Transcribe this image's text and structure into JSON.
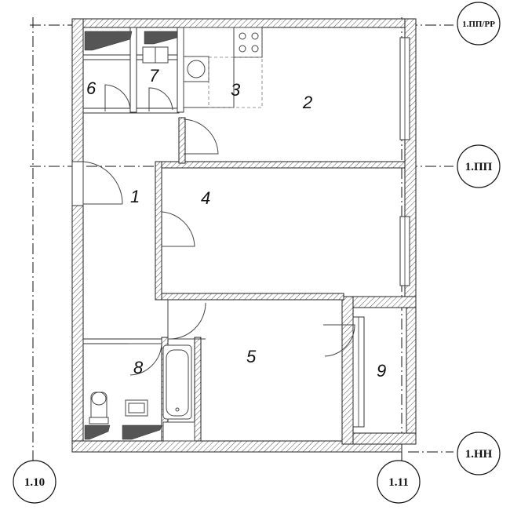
{
  "plan": {
    "rooms": [
      {
        "id": "room-1",
        "number": "1"
      },
      {
        "id": "room-2",
        "number": "2"
      },
      {
        "id": "room-3",
        "number": "3"
      },
      {
        "id": "room-4",
        "number": "4"
      },
      {
        "id": "room-5",
        "number": "5"
      },
      {
        "id": "room-6",
        "number": "6"
      },
      {
        "id": "room-7",
        "number": "7"
      },
      {
        "id": "room-8",
        "number": "8"
      },
      {
        "id": "room-9",
        "number": "9"
      }
    ],
    "axes": {
      "vertical_left": "1.10",
      "vertical_right": "1.11",
      "horizontal_top": "1.ПП/РР",
      "horizontal_mid": "1.ПП",
      "horizontal_bottom": "1.НН"
    }
  }
}
